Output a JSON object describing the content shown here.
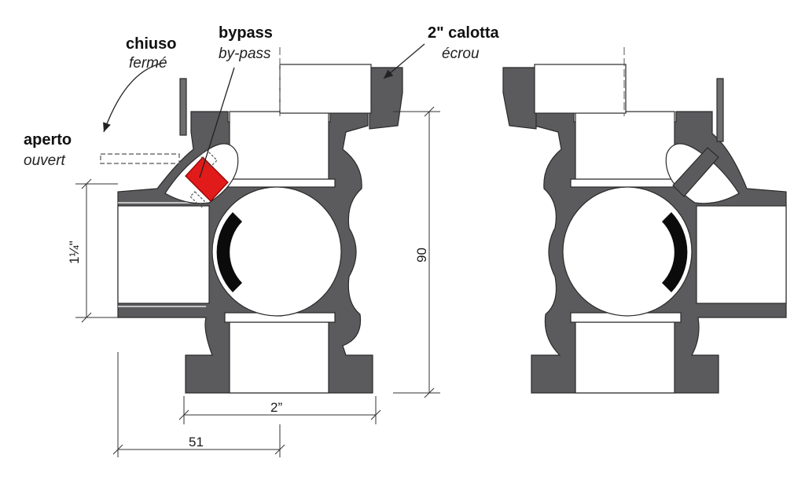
{
  "labels": {
    "closed": {
      "it": "chiuso",
      "fr": "fermé"
    },
    "bypass": {
      "it": "bypass",
      "fr": "by-pass"
    },
    "nut": {
      "it": "2\" calotta",
      "fr": "écrou"
    },
    "open": {
      "it": "aperto",
      "fr": "ouvert"
    }
  },
  "dimensions": {
    "inlet": "1¼\"",
    "height": "90",
    "bottom_port": "2”",
    "offset": "51"
  },
  "colors": {
    "body": "#5b5b5e",
    "bypass": "#e11a1a",
    "seal": "#0b0b0b",
    "line": "#222222"
  }
}
